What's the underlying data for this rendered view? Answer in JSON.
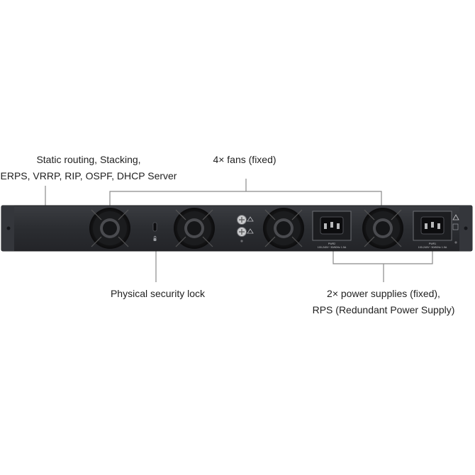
{
  "callouts": {
    "routing": {
      "line1": "Static routing, Stacking,",
      "line2": "ERPS, VRRP, RIP, OSPF, DHCP Server"
    },
    "fans": {
      "text": "4× fans (fixed)"
    },
    "lock": {
      "text": "Physical security lock"
    },
    "power": {
      "line1": "2× power supplies (fixed),",
      "line2": "RPS (Redundant Power Supply)"
    }
  },
  "device": {
    "psu_left_label": "PWR2",
    "psu_left_rating": "100-240V~ 50/60Hz 1.5A",
    "psu_right_label": "PWR1",
    "psu_right_rating": "100-240V~ 50/60Hz 1.5A"
  },
  "colors": {
    "chassis": "#2b2d31",
    "chassis_edge": "#1a1b1e",
    "callout_line": "#8a8a8a",
    "text": "#1f1f1f"
  },
  "icons": [
    "fan-icon",
    "security-lock-slot-icon",
    "ground-screw-icon",
    "power-socket-icon",
    "warning-icon"
  ]
}
